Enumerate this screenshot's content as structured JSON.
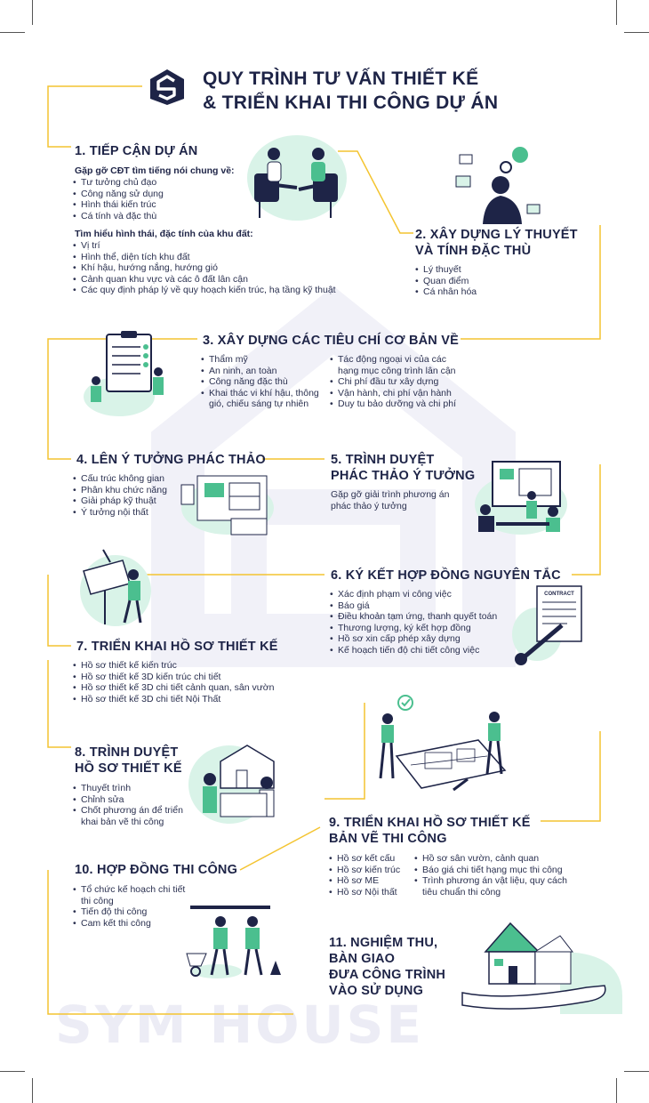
{
  "header": {
    "title_line1": "QUY TRÌNH TƯ VẤN THIẾT KẾ",
    "title_line2": "& TRIỂN KHAI THI CÔNG DỰ ÁN"
  },
  "colors": {
    "accent": "#f4c430",
    "navy": "#1e2447",
    "mint": "#d9f3e8",
    "green": "#4bbf8f"
  },
  "steps": [
    {
      "title": "1. TIẾP CẬN DỰ ÁN",
      "group1_heading": "Gặp gỡ CĐT tìm tiếng nói chung về:",
      "group1_items": [
        "Tư tưởng chủ đạo",
        "Công năng sử dụng",
        "Hình thái kiến trúc",
        "Cá tính và đặc thù"
      ],
      "group2_heading": "Tìm hiểu hình thái, đặc tính của khu đất:",
      "group2_items": [
        "Vị trí",
        "Hình thể, diện tích khu đất",
        "Khí hậu, hướng nắng, hướng gió",
        "Cảnh quan khu vực và các ô đất lân cận",
        "Các quy định pháp lý về quy hoạch kiến trúc, hạ tầng kỹ thuật"
      ]
    },
    {
      "title_line1": "2. XÂY DỰNG LÝ THUYẾT",
      "title_line2": "VÀ TÍNH ĐẶC THÙ",
      "items": [
        "Lý thuyết",
        "Quan điểm",
        "Cá nhân hóa"
      ]
    },
    {
      "title": "3. XÂY DỰNG CÁC TIÊU CHÍ CƠ BẢN VỀ",
      "col1": [
        "Thẩm mỹ",
        "An ninh, an toàn",
        "Công năng đặc thù",
        "Khai thác vi khí hậu, thông gió, chiếu sáng tự nhiên"
      ],
      "col2": [
        "Tác động ngoại vi của các hạng mục công trình lân cận",
        "Chi phí đầu tư xây dựng",
        "Vận hành, chi phí vận hành",
        "Duy tu bảo dưỡng và chi phí"
      ]
    },
    {
      "title": "4. LÊN Ý TƯỞNG PHÁC THẢO",
      "items": [
        "Cấu trúc không gian",
        "Phân khu chức năng",
        "Giải pháp kỹ thuật",
        "Ý tưởng nội thất"
      ]
    },
    {
      "title_line1": "5. TRÌNH DUYỆT",
      "title_line2": "PHÁC THẢO Ý TƯỞNG",
      "text": "Gặp gỡ giải trình phương án phác thảo ý tưởng"
    },
    {
      "title": "6. KÝ KẾT HỢP ĐỒNG NGUYÊN TẮC",
      "items": [
        "Xác định phạm vi công việc",
        "Báo giá",
        "Điều khoản tạm ứng, thanh quyết toán",
        "Thương lượng, ký kết hợp đồng",
        "Hồ sơ xin cấp phép xây dựng",
        "Kế hoạch tiến độ chi tiết công việc"
      ],
      "contract_label": "CONTRACT"
    },
    {
      "title": "7. TRIỂN KHAI HỒ SƠ THIẾT KẾ",
      "items": [
        "Hồ sơ thiết kế kiến trúc",
        "Hồ sơ thiết kế 3D kiến trúc chi tiết",
        "Hồ sơ thiết kế 3D chi tiết cảnh quan, sân vườn",
        "Hồ sơ thiết kế 3D chi tiết Nội Thất"
      ]
    },
    {
      "title_line1": "8. TRÌNH DUYỆT",
      "title_line2": "HỒ SƠ THIẾT KẾ",
      "items": [
        "Thuyết trình",
        "Chỉnh sửa",
        "Chốt phương án để triển khai bản vẽ thi công"
      ]
    },
    {
      "title_line1": "9. TRIỂN KHAI HỒ SƠ THIẾT KẾ",
      "title_line2": "BẢN VẼ THI CÔNG",
      "col1": [
        "Hồ sơ kết cấu",
        "Hồ sơ kiến trúc",
        "Hồ sơ ME",
        "Hồ sơ Nội thất"
      ],
      "col2": [
        "Hồ sơ sân vườn, cảnh quan",
        "Báo giá chi tiết hạng mục thi công",
        "Trình phương án vật liệu, quy cách tiêu chuẩn thi công"
      ]
    },
    {
      "title": "10. HỢP ĐỒNG THI CÔNG",
      "items": [
        "Tổ chức kế hoạch chi tiết thi công",
        "Tiến độ thi công",
        "Cam kết thi công"
      ]
    },
    {
      "title_line1": "11. NGHIỆM THU,",
      "title_line2": "BÀN GIAO",
      "title_line3": "ĐƯA CÔNG TRÌNH",
      "title_line4": "VÀO SỬ DỤNG"
    }
  ],
  "watermark": "SYM HOUSE"
}
